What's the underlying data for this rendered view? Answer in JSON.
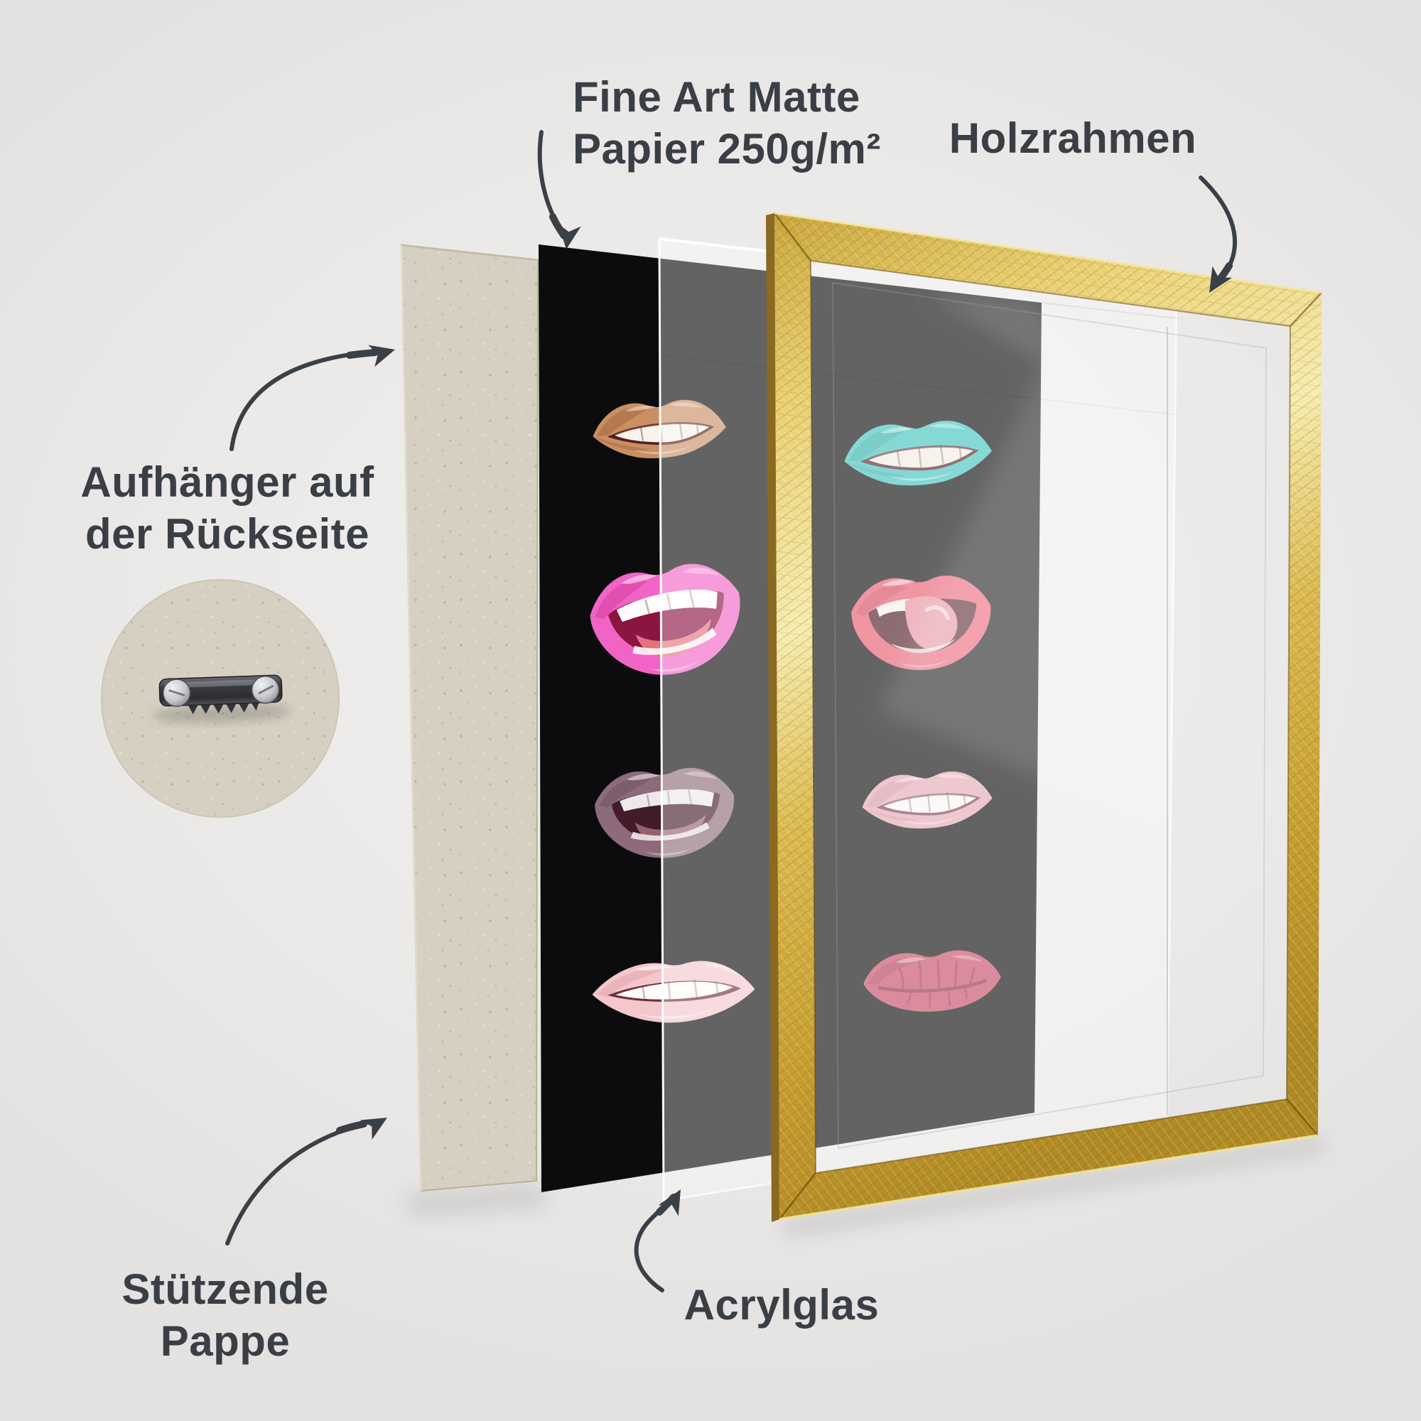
{
  "title": "Gerahmtes Poster – Aufbau (Explosionsgrafik)",
  "background_color": "#ecebe9",
  "labels": {
    "paper": {
      "line1": "Fine Art Matte",
      "line2": "Papier 250g/m²"
    },
    "frame": {
      "text": "Holzrahmen"
    },
    "hanger": {
      "line1": "Aufhänger auf",
      "line2": "der Rückseite"
    },
    "cardboard": {
      "line1": "Stützende",
      "line2": "Pappe"
    },
    "acrylic": {
      "text": "Acrylglas"
    }
  },
  "colors": {
    "label_text": "#3a3f46",
    "arrow": "#3a4046",
    "frame_gold_light": "#f6ecb0",
    "frame_gold_mid": "#ddbb50",
    "frame_gold_dark": "#b08a24",
    "cardboard": "#d6d0c2",
    "poster_black": "#0c0c0e",
    "poster_behind_glass": "#59595b",
    "acrylic_tint": "rgba(255,255,255,0.36)",
    "metal_hanger": "#3c3c41",
    "screw_silver": "#d9d9dd"
  },
  "icons": {
    "hanger_inset": "sawtooth-hanger-icon",
    "arrows": [
      "curved-arrow-down",
      "curved-arrow-down-left",
      "curved-arrow-right",
      "curved-arrow-up-right",
      "curved-arrow-up"
    ]
  },
  "lips": [
    {
      "name": "caramel-bite",
      "column": "left",
      "row": 1,
      "colors": {
        "main": "#c98f63",
        "shade": "#a3643c",
        "inner": "#571e20",
        "teeth": "#f7f3ea",
        "accent": "#e9bd95",
        "tongue": "#b04a4e"
      }
    },
    {
      "name": "teal-bite",
      "column": "right",
      "row": 1,
      "colors": {
        "main": "#41c4bd",
        "shade": "#259a94",
        "inner": "#5c1e2d",
        "teeth": "#f2ede1",
        "accent": "#8ce0da",
        "tongue": "#c2556a"
      }
    },
    {
      "name": "hot-pink-open",
      "column": "left",
      "row": 2,
      "colors": {
        "main": "#f164c5",
        "shade": "#d23a9e",
        "inner": "#8c1440",
        "teeth": "#fdfcfa",
        "accent": "#fab3e2",
        "tongue": "#e2737c"
      }
    },
    {
      "name": "red-tongue-lick",
      "column": "right",
      "row": 2,
      "colors": {
        "main": "#e85b70",
        "shade": "#c23a52",
        "inner": "#4e1a24",
        "teeth": "#f6f0e6",
        "accent": "#f49aa6",
        "tongue": "#e78f9b"
      }
    },
    {
      "name": "mauve-open",
      "column": "left",
      "row": 3,
      "colors": {
        "main": "#8d6b7a",
        "shade": "#6e4f5e",
        "inner": "#421c2a",
        "teeth": "#f0e9ec",
        "accent": "#af8fa0",
        "tongue": "#96616f"
      }
    },
    {
      "name": "rose-soft",
      "column": "right",
      "row": 3,
      "colors": {
        "main": "#e5a9b5",
        "shade": "#c98394",
        "inner": "#7c4350",
        "teeth": "#f9f5f6",
        "accent": "#f3d0d6",
        "tongue": "#d8808f"
      }
    },
    {
      "name": "light-pink-smile",
      "column": "left",
      "row": 4,
      "colors": {
        "main": "#f3c7cb",
        "shade": "#d99ba3",
        "inner": "#6e2f36",
        "teeth": "#fefcfb",
        "accent": "#fce6e7",
        "tongue": "#e98f96"
      }
    },
    {
      "name": "crimson-kiss",
      "column": "right",
      "row": 4,
      "colors": {
        "main": "#c74b64",
        "shade": "#9e3150",
        "inner": "#7e2340",
        "teeth": "#f4eeee",
        "accent": "#dd7389",
        "tongue": "#b84a60"
      }
    }
  ]
}
